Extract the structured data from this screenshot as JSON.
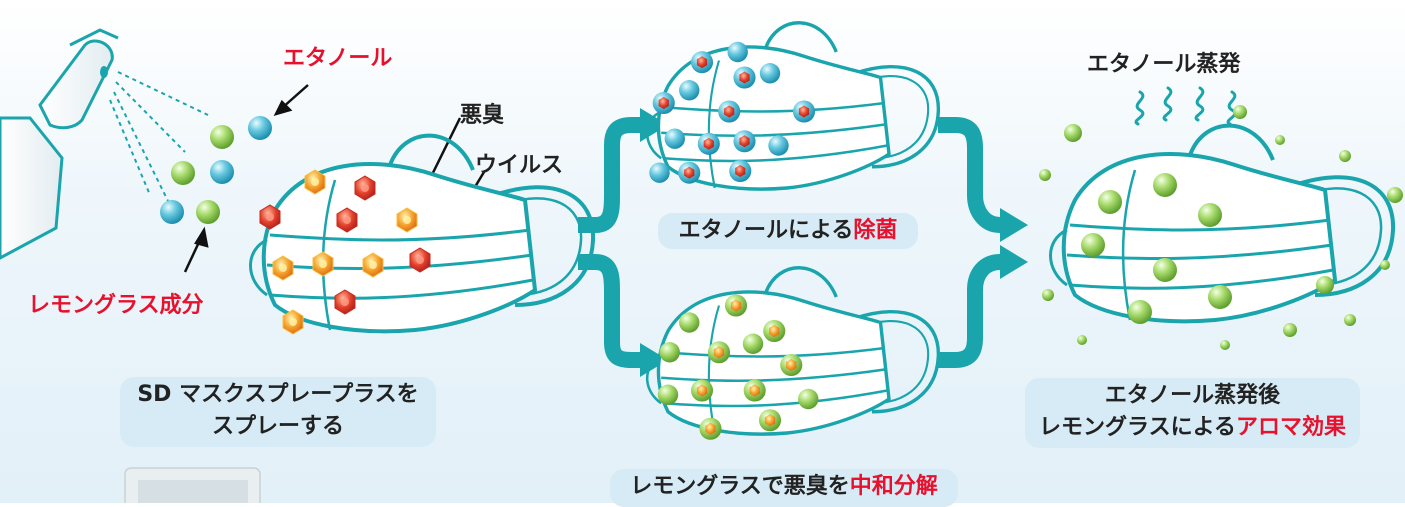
{
  "labels": {
    "ethanol": "エタノール",
    "lemongrass": "レモングラス成分",
    "odor": "悪臭",
    "virus": "ウイルス",
    "ethanol_evap": "エタノール蒸発"
  },
  "boxes": {
    "spray_line1": "SD マスクスプレープラスを",
    "spray_line2": "スプレーする",
    "sterilize_prefix": "エタノールによる",
    "sterilize_emph": "除菌",
    "neutralize_prefix": "レモングラスで悪臭を",
    "neutralize_emph": "中和分解",
    "aroma_line1": "エタノール蒸発後",
    "aroma_prefix": "レモングラスによる",
    "aroma_emph": "アロマ効果"
  },
  "colors": {
    "teal": "#1aa5ad",
    "red": "#e8112d",
    "label_box": "#d6ebf5"
  },
  "icons": [
    "spray-bottle-icon",
    "mask-icon",
    "ethanol-droplet-icon",
    "lemongrass-droplet-icon",
    "odor-particle-icon",
    "virus-particle-icon",
    "arrow-icon",
    "vapor-wave-icon"
  ]
}
